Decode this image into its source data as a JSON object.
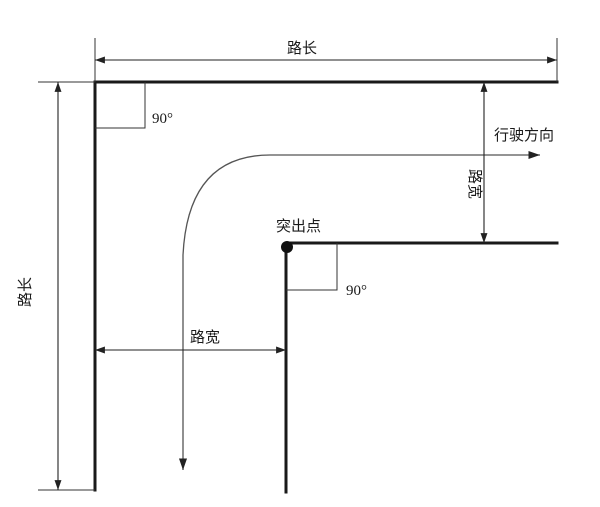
{
  "labels": {
    "road_length_top": "路长",
    "road_length_left": "路长",
    "road_width_right": "路宽",
    "road_width_bottom": "路宽",
    "driving_direction": "行驶方向",
    "protrusion_point": "突出点",
    "angle_top_left": "90°",
    "angle_corner": "90°"
  }
}
